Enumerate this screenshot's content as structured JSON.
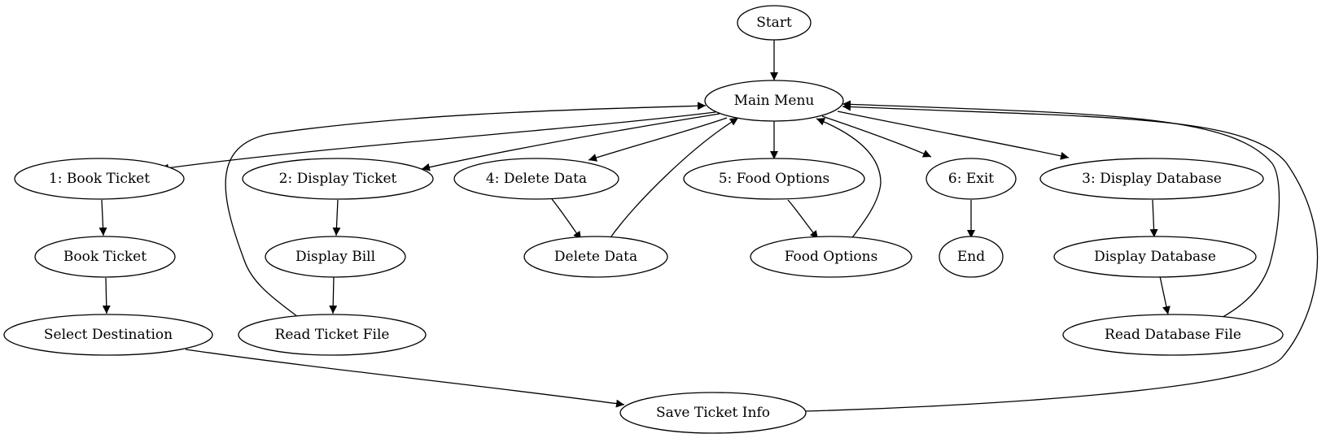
{
  "nodes": {
    "start": "Start",
    "main_menu": "Main Menu",
    "opt_book": "1: Book Ticket",
    "opt_display_ticket": "2: Display Ticket",
    "opt_delete": "4: Delete Data",
    "opt_food": "5: Food Options",
    "opt_exit": "6: Exit",
    "opt_display_db": "3: Display Database",
    "book_ticket": "Book Ticket",
    "display_bill": "Display Bill",
    "delete_data": "Delete Data",
    "food_options": "Food Options",
    "end": "End",
    "display_database": "Display Database",
    "select_destination": "Select Destination",
    "read_ticket_file": "Read Ticket File",
    "read_database_file": "Read Database File",
    "save_ticket_info": "Save Ticket Info"
  },
  "edges": [
    [
      "start",
      "main_menu"
    ],
    [
      "main_menu",
      "opt_book"
    ],
    [
      "main_menu",
      "opt_display_ticket"
    ],
    [
      "main_menu",
      "opt_delete"
    ],
    [
      "main_menu",
      "opt_food"
    ],
    [
      "main_menu",
      "opt_exit"
    ],
    [
      "main_menu",
      "opt_display_db"
    ],
    [
      "opt_book",
      "book_ticket"
    ],
    [
      "book_ticket",
      "select_destination"
    ],
    [
      "select_destination",
      "save_ticket_info"
    ],
    [
      "save_ticket_info",
      "main_menu"
    ],
    [
      "opt_display_ticket",
      "display_bill"
    ],
    [
      "display_bill",
      "read_ticket_file"
    ],
    [
      "read_ticket_file",
      "main_menu"
    ],
    [
      "opt_delete",
      "delete_data"
    ],
    [
      "delete_data",
      "main_menu"
    ],
    [
      "opt_food",
      "food_options"
    ],
    [
      "food_options",
      "main_menu"
    ],
    [
      "opt_exit",
      "end"
    ],
    [
      "opt_display_db",
      "display_database"
    ],
    [
      "display_database",
      "read_database_file"
    ],
    [
      "read_database_file",
      "main_menu"
    ]
  ]
}
